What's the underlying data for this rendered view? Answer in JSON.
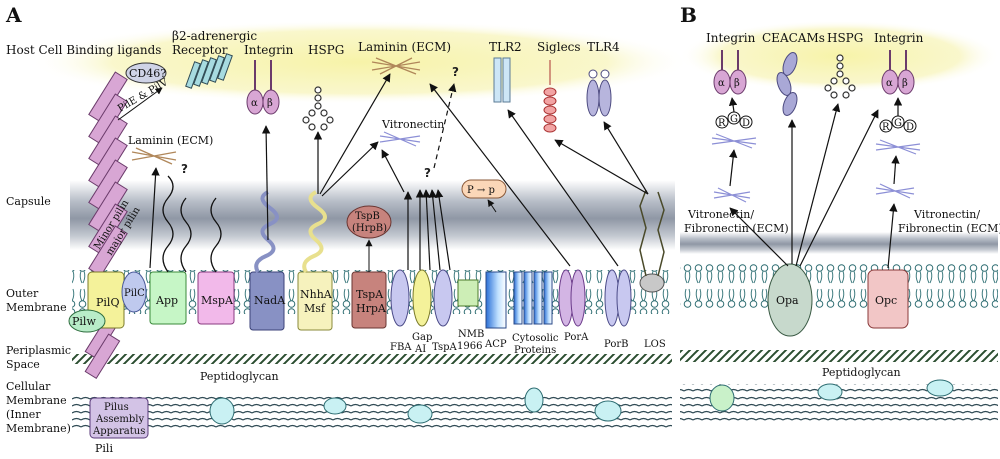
{
  "panels": {
    "a": "A",
    "b": "B"
  },
  "left_labels": {
    "capsule": "Capsule",
    "outer1": "Outer",
    "outer2": "Membrane",
    "peri1": "Periplasmic",
    "peri2": "Space",
    "cell1": "Cellular",
    "cell2": "Membrane",
    "cell3": "(Inner",
    "cell4": "Membrane)"
  },
  "top_labels": {
    "host": "Host Cell Binding ligands",
    "b2a": "β2-adrenergic",
    "b2b": "Receptor",
    "integrin": "Integrin",
    "hspg": "HSPG",
    "laminin_ecm": "Laminin (ECM)",
    "tlr2": "TLR2",
    "siglecs": "Siglecs",
    "tlr4": "TLR4"
  },
  "receptors": {
    "cd46": "CD46?",
    "pile_pilv": "PilE & PilV",
    "laminin_small": "Laminin (ECM)",
    "vitronectin": "Vitronectin",
    "alpha": "α",
    "beta": "β",
    "p_arrow": "P → p"
  },
  "pili": {
    "minor1": "Minor pilin",
    "minor2": "major pilin",
    "pilus": "Pili"
  },
  "proteins": {
    "pilq": "PilQ",
    "pilc": "PilC",
    "pilw": "Pilw",
    "app": "App",
    "mspa": "MspA",
    "nada": "NadA",
    "nhha": "NhhA",
    "msf": "Msf",
    "tspa_hrpa1": "TspA",
    "tspa_hrpa2": "HrpA",
    "tspb1": "TspB",
    "tspb2": "(HrpB)",
    "fba": "FBA",
    "gap1": "Gap",
    "gap2": "AI",
    "tspa": "TspA",
    "nmb1": "NMB",
    "nmb2": "1966",
    "acp": "ACP",
    "cyto1": "Cytosolic",
    "cyto2": "Proteins",
    "pora": "PorA",
    "porb": "PorB",
    "los": "LOS",
    "pilus_app1": "Pilus",
    "pilus_app2": "Assembly",
    "pilus_app3": "Apparatus"
  },
  "peptidoglycan": "Peptidoglycan",
  "question": "?",
  "panel_b": {
    "integrin1": "Integrin",
    "ceacams": "CEACAMs",
    "hspg": "HSPG",
    "integrin2": "Integrin",
    "rgd_r": "R",
    "rgd_g": "G",
    "rgd_d": "D",
    "vitro1": "Vitronectin/",
    "fibro1": "Fibronectin (ECM)",
    "vitro2": "Vitronectin/",
    "fibro2": "Fibronectin (ECM)",
    "opa": "Opa",
    "opc": "Opc",
    "peptidoglycan": "Peptidoglycan"
  },
  "colors": {
    "host_glow": "#f3f0a6",
    "capsule": "#9ea6b3",
    "membrane_line": "#3d7a7e",
    "lipid_head": "#ffffff",
    "cyto_oval": "#c9f1f3",
    "pilin": "#d8a6d4"
  }
}
